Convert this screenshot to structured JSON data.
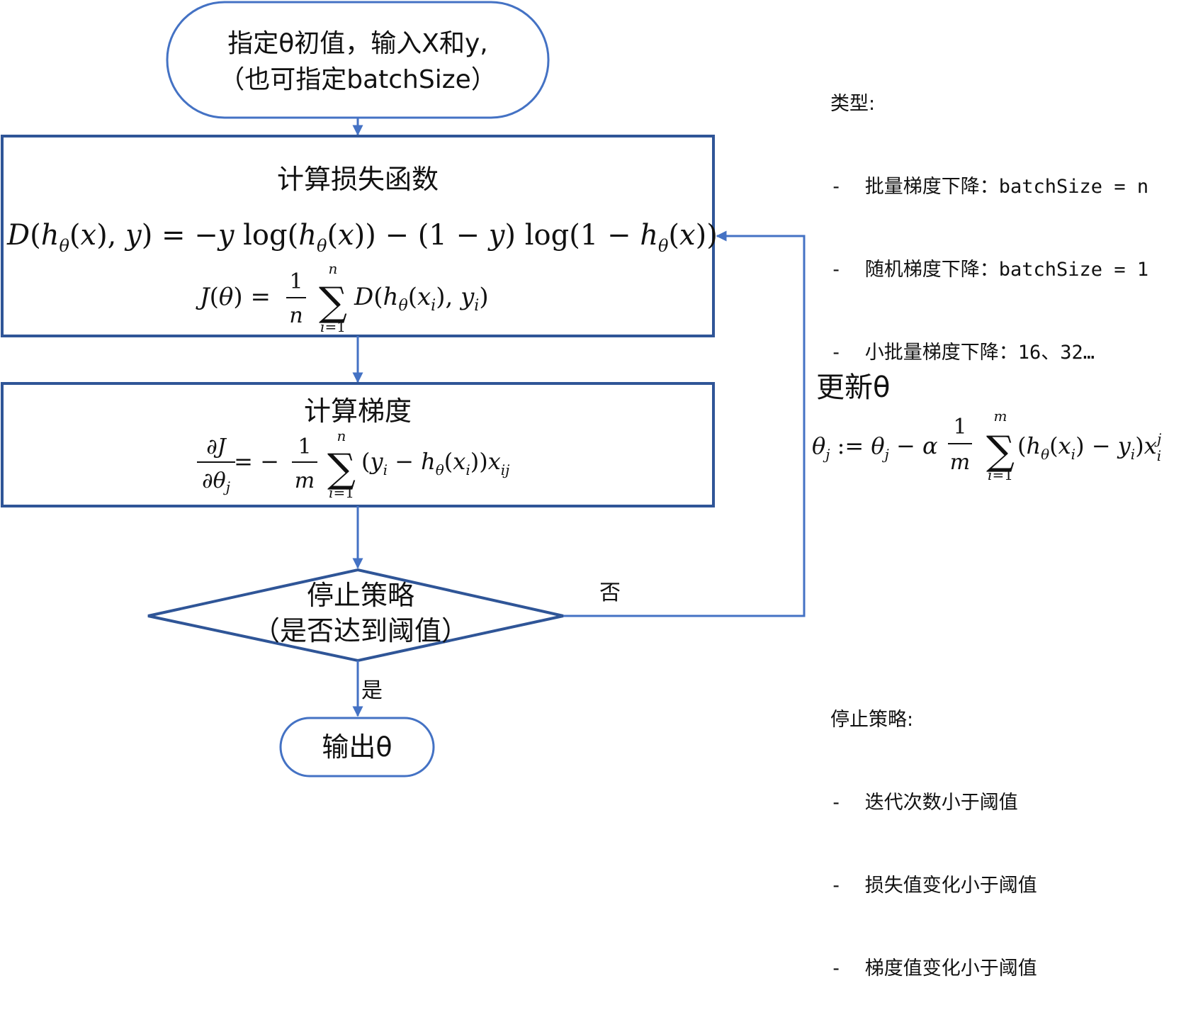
{
  "flowchart": {
    "start": {
      "line1": "指定θ初值，输入X和y,",
      "line2": "（也可指定batchSize）"
    },
    "loss": {
      "title": "计算损失函数",
      "formula_d": "D(hθ(x), y) = −y log(hθ(x)) − (1 − y) log(1 − hθ(x))",
      "formula_j": "J(θ) = (1/n) Σᵢ₌₁ⁿ D(hθ(xᵢ), yᵢ)"
    },
    "gradient": {
      "title": "计算梯度",
      "formula": "∂J/∂θⱼ = −(1/m) Σᵢ₌₁ⁿ (yᵢ − hθ(xᵢ)) xᵢⱼ"
    },
    "decision": {
      "line1": "停止策略",
      "line2": "（是否达到阈值）"
    },
    "end": {
      "label": "输出θ"
    },
    "edge_no": "否",
    "edge_yes": "是",
    "update": {
      "title": "更新θ",
      "formula": "θⱼ := θⱼ − α (1/m) Σᵢ₌₁ᵐ (hθ(xᵢ) − yᵢ) xᵢʲ"
    }
  },
  "notes": {
    "types": {
      "title": "类型:",
      "items": [
        "-  批量梯度下降：batchSize = n",
        "-  随机梯度下降：batchSize = 1",
        "-  小批量梯度下降：16、32…"
      ]
    },
    "stop": {
      "title": "停止策略:",
      "items": [
        "-  迭代次数小于阈值",
        "-  损失值变化小于阈值",
        "-  梯度值变化小于阈值"
      ]
    }
  },
  "colors": {
    "shape_border": "#4472C4",
    "box_border": "#2F5597",
    "arrow": "#4472C4",
    "text": "#111111"
  }
}
